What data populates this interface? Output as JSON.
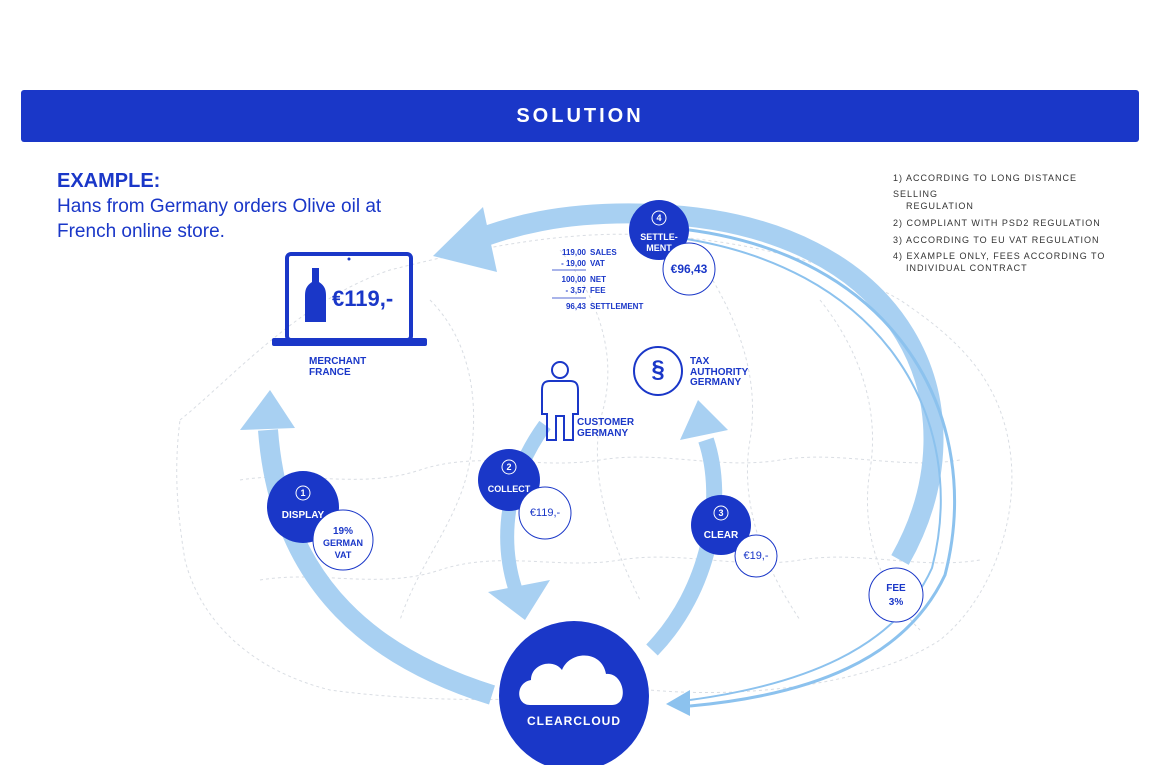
{
  "banner": {
    "title": "SOLUTION"
  },
  "example": {
    "heading": "EXAMPLE:",
    "line1": "Hans from Germany orders Olive oil at",
    "line2": "French online store."
  },
  "footnotes": {
    "n1a": "1) ACCORDING TO LONG DISTANCE",
    "n1b": "SELLING",
    "n1c": "REGULATION",
    "n2": "2) COMPLIANT WITH PSD2 REGULATION",
    "n3": "3) ACCORDING TO EU VAT REGULATION",
    "n4a": "4) EXAMPLE ONLY, FEES ACCORDING TO",
    "n4b": "INDIVIDUAL CONTRACT"
  },
  "merchant": {
    "price": "€119,-",
    "label1": "MERCHANT",
    "label2": "FRANCE"
  },
  "customer": {
    "label1": "CUSTOMER",
    "label2": "GERMANY"
  },
  "tax": {
    "symbol": "§",
    "label1": "TAX",
    "label2": "AUTHORITY",
    "label3": "GERMANY"
  },
  "steps": {
    "display": {
      "num": "1",
      "label": "DISPLAY",
      "bubble1": "19%",
      "bubble2": "GERMAN",
      "bubble3": "VAT"
    },
    "collect": {
      "num": "2",
      "label": "COLLECT",
      "bubble": "€119,-"
    },
    "clear": {
      "num": "3",
      "label": "CLEAR",
      "bubble": "€19,-"
    },
    "settlement": {
      "num": "4",
      "label1": "SETTLE-",
      "label2": "MENT",
      "bubble": "€96,43"
    }
  },
  "fee": {
    "label1": "FEE",
    "label2": "3%"
  },
  "settlement_table": {
    "r1v": "119,00",
    "r1l": "SALES",
    "r2v": "- 19,00",
    "r2l": "VAT",
    "r3v": "100,00",
    "r3l": "NET",
    "r4v": "- 3,57",
    "r4l": "FEE",
    "r5v": "96,43",
    "r5l": "SETTLEMENT"
  },
  "clearcloud": {
    "label": "CLEARCLOUD"
  },
  "colors": {
    "brand": "#1a37c8",
    "arrow": "#a8d0f2",
    "thin_arrow": "#8cc2ee"
  }
}
